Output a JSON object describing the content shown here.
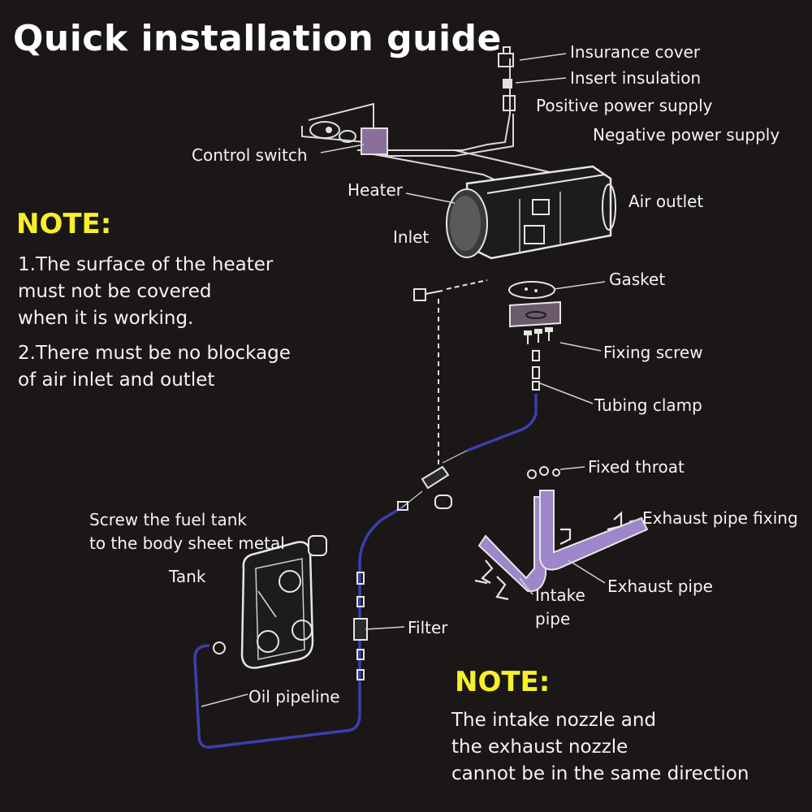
{
  "title": "Quick installation guide",
  "labels": {
    "insurance_cover": "Insurance cover",
    "insert_insulation": "Insert insulation",
    "positive_power": "Positive power supply",
    "negative_power": "Negative power supply",
    "control_switch": "Control switch",
    "heater": "Heater",
    "air_outlet": "Air outlet",
    "inlet": "Inlet",
    "gasket": "Gasket",
    "fixing_screw": "Fixing screw",
    "tubing_clamp": "Tubing clamp",
    "fixed_throat": "Fixed throat",
    "exhaust_pipe_fixing": "Exhaust pipe fixing",
    "screw_tank_1": "Screw the fuel tank",
    "screw_tank_2": "to the body sheet metal",
    "tank": "Tank",
    "exhaust_pipe": "Exhaust pipe",
    "intake_pipe_1": "Intake",
    "intake_pipe_2": "pipe",
    "filter": "Filter",
    "oil_pipeline": "Oil pipeline"
  },
  "note1": {
    "heading": "NOTE:",
    "lines": [
      "1.The surface of the heater",
      "must not be covered",
      "when it is working.",
      "2.There must be no blockage",
      "of air inlet and outlet"
    ]
  },
  "note2": {
    "heading": "NOTE:",
    "lines": [
      "The intake nozzle and",
      "the exhaust nozzle",
      "cannot be in the same direction"
    ]
  },
  "colors": {
    "background": "#1a1716",
    "note_heading": "#f6ef2a",
    "fuel_line": "#3b3fae",
    "pipe_fill": "#9d86c9",
    "outline": "#d9d9d9"
  }
}
